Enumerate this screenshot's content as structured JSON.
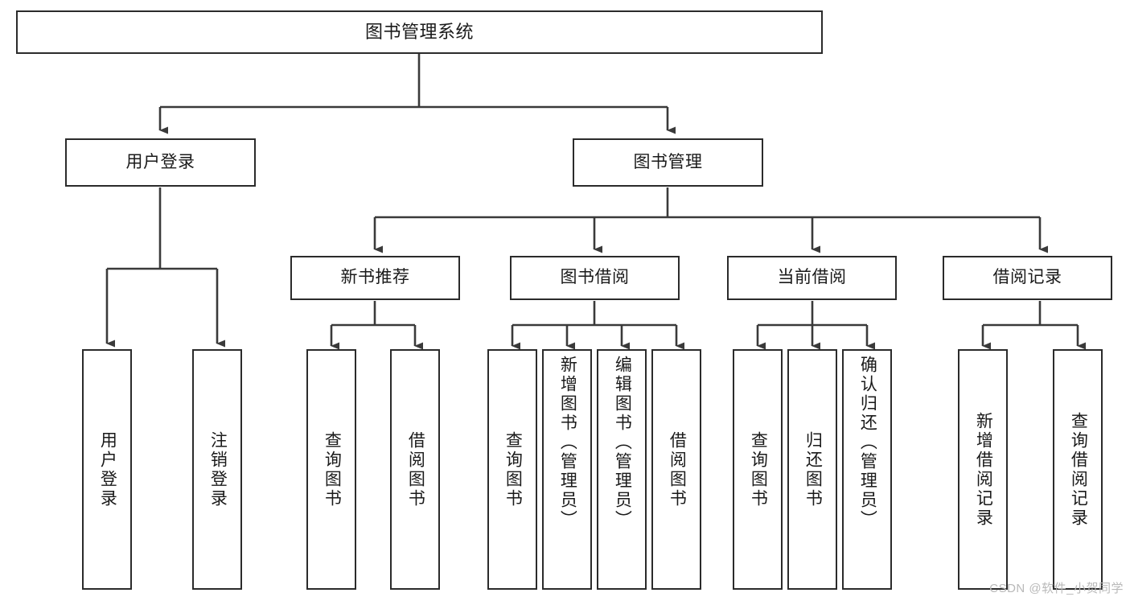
{
  "diagram": {
    "title": "图书管理系统",
    "type": "tree-hierarchy-chart",
    "watermark": "CSDN @软件_小贺同学",
    "colors": {
      "border": "#2b2b2b",
      "connector": "#3a3a3a",
      "background": "#ffffff",
      "text": "#1a1a1a",
      "watermark": "#b9b9b9"
    },
    "root": {
      "label": "图书管理系统"
    },
    "level2": [
      {
        "label": "用户登录"
      },
      {
        "label": "图书管理"
      }
    ],
    "level3": [
      {
        "label": "新书推荐"
      },
      {
        "label": "图书借阅"
      },
      {
        "label": "当前借阅"
      },
      {
        "label": "借阅记录"
      }
    ],
    "leaves": {
      "user_login": [
        {
          "label": "用户登录"
        },
        {
          "label": "注销登录"
        }
      ],
      "new_book_recommend": [
        {
          "label": "查询图书"
        },
        {
          "label": "借阅图书"
        }
      ],
      "book_borrow": [
        {
          "label": "查询图书"
        },
        {
          "label": "新增图书（管理员）"
        },
        {
          "label": "编辑图书（管理员）"
        },
        {
          "label": "借阅图书"
        }
      ],
      "current_borrow": [
        {
          "label": "查询图书"
        },
        {
          "label": "归还图书"
        },
        {
          "label": "确认归还（管理员）"
        }
      ],
      "borrow_record": [
        {
          "label": "新增借阅记录"
        },
        {
          "label": "查询借阅记录"
        }
      ]
    }
  }
}
